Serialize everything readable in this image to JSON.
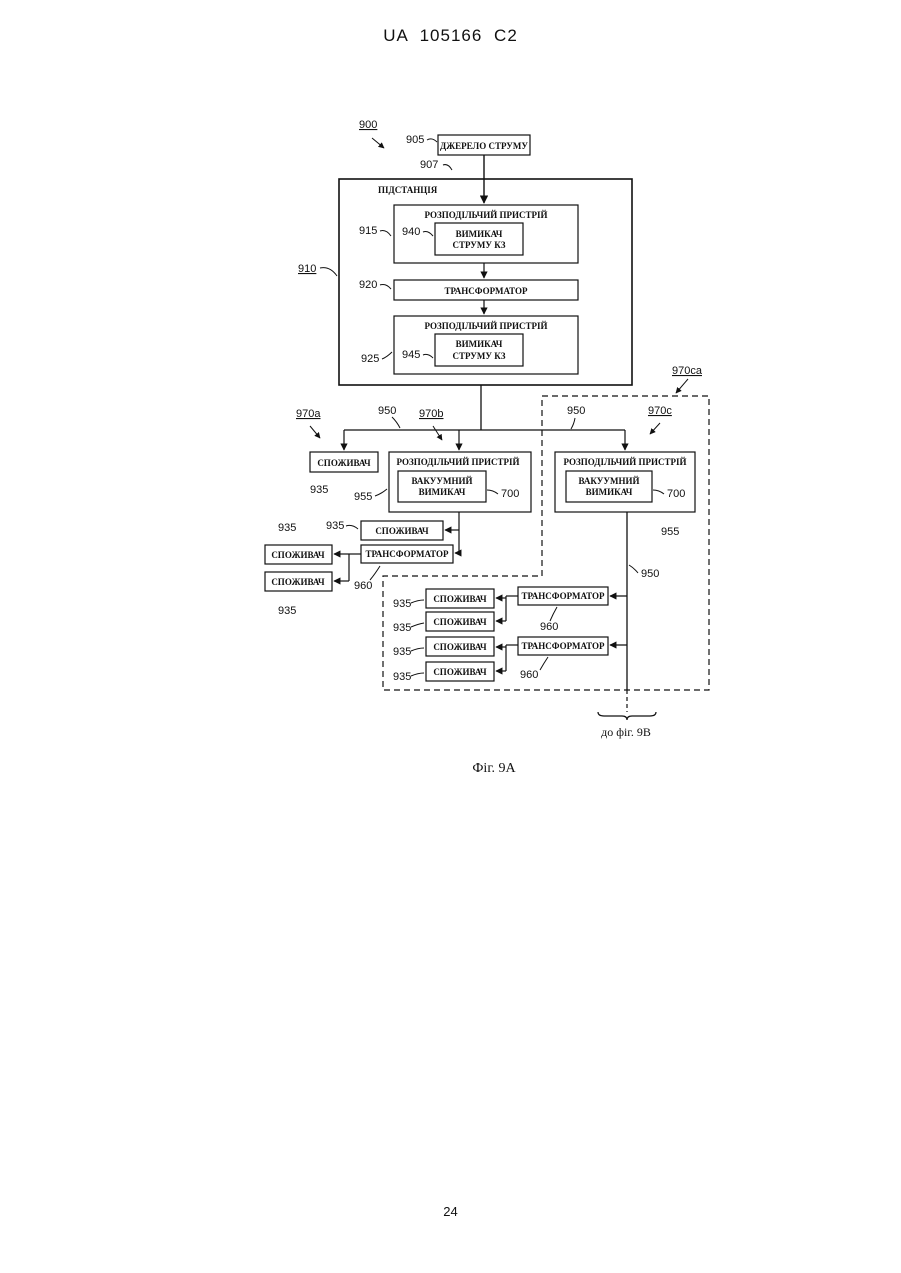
{
  "header": {
    "patent": "UA 105166 C2"
  },
  "page_number": "24",
  "figure": {
    "caption": "Фіг. 9А",
    "continuation_note": "до фіг. 9В",
    "refs": {
      "system": "900",
      "source": "905",
      "source_line": "907",
      "substation": "910",
      "switchgear_top": "915",
      "breaker_top": "940",
      "transformer_main": "920",
      "switchgear_bottom": "925",
      "breaker_bottom": "945",
      "group_a": "970a",
      "group_b": "970b",
      "group_c": "970c",
      "group_ca": "970ca",
      "line_left": "950",
      "line_right": "950",
      "line_vertical": "950",
      "switchgear_b": "955",
      "switchgear_c": "955",
      "vacuum_b": "700",
      "vacuum_c": "700",
      "consumer_a": "935",
      "consumer_b1": "935",
      "consumer_b2": "935",
      "consumer_b3": "935",
      "transformer_b": "960",
      "consumer_ca1": "935",
      "consumer_ca2": "935",
      "consumer_ca3": "935",
      "consumer_ca4": "935",
      "transformer_ca1": "960",
      "transformer_ca2": "960"
    },
    "labels": {
      "source": "ДЖЕРЕЛО СТРУМУ",
      "substation": "ПІДСТАНЦІЯ",
      "switchgear": "РОЗПОДІЛЬЧИЙ ПРИСТРІЙ",
      "sc_breaker_line1": "ВИМИКАЧ",
      "sc_breaker_line2": "СТРУМУ КЗ",
      "transformer": "ТРАНСФОРМАТОР",
      "consumer": "СПОЖИВАЧ",
      "vacuum_line1": "ВАКУУМНИЙ",
      "vacuum_line2": "ВИМИКАЧ"
    }
  }
}
